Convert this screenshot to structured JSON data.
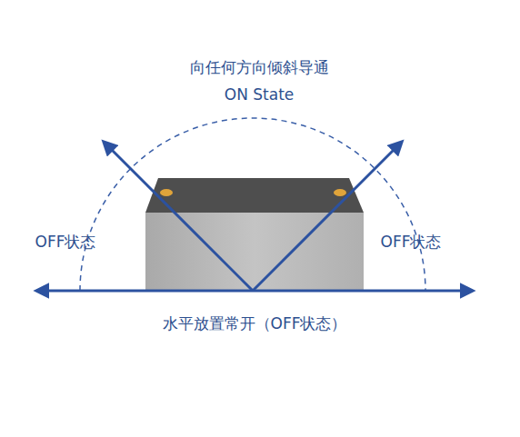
{
  "diagram": {
    "labels": [
      "向任何方向倾斜导通",
      "ON State",
      "OFF状态",
      "OFF状态",
      "水平放置常开（OFF状态）"
    ]
  }
}
